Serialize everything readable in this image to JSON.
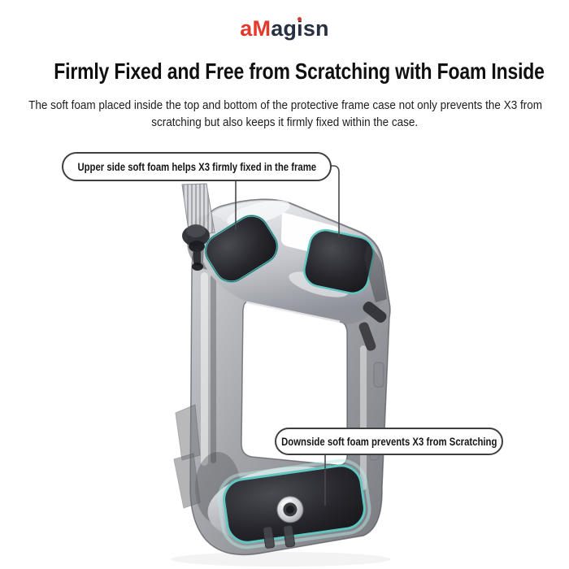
{
  "brand": {
    "name": "aMagisn",
    "logo_prefix": "aM",
    "logo_mid": "ag",
    "logo_i": "i",
    "logo_suffix": "sn",
    "accent_red": "#e23a2c",
    "logo_dark": "#273040"
  },
  "header": {
    "title": "Firmly Fixed and Free from Scratching with Foam Inside",
    "subtitle_line1": "The soft foam placed inside the top and bottom of the protective frame case not only prevents the X3 from",
    "subtitle_line2": "scratching but also keeps it firmly fixed within the case."
  },
  "callouts": {
    "upper": "Upper side soft foam helps X3 firmly fixed in the frame",
    "lower": "Downside soft foam prevents X3 from Scratching"
  },
  "illustration": {
    "subject": "translucent protective frame case with foam pads",
    "foam_outline_color": "#5fc6c2",
    "foam_pad_color": "#1e1e22",
    "frame_color": "#8f9197"
  }
}
